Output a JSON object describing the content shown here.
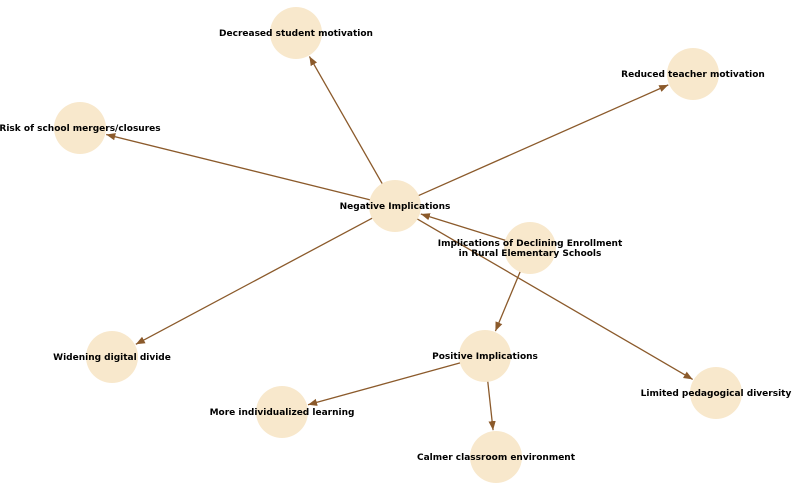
{
  "diagram": {
    "nodes": {
      "root": "Implications of Declining Enrollment\nin Rural Elementary Schools",
      "negative": "Negative Implications",
      "positive": "Positive Implications",
      "decreased_motivation": "Decreased student motivation",
      "reduced_teacher": "Reduced teacher motivation",
      "risk_mergers": "Risk of school mergers/closures",
      "digital_divide": "Widening digital divide",
      "pedagogical": "Limited pedagogical diversity",
      "individualized": "More individualized learning",
      "calmer": "Calmer classroom environment"
    },
    "edges": [
      [
        "root",
        "negative"
      ],
      [
        "root",
        "positive"
      ],
      [
        "negative",
        "decreased_motivation"
      ],
      [
        "negative",
        "reduced_teacher"
      ],
      [
        "negative",
        "risk_mergers"
      ],
      [
        "negative",
        "digital_divide"
      ],
      [
        "negative",
        "pedagogical"
      ],
      [
        "positive",
        "individualized"
      ],
      [
        "positive",
        "calmer"
      ]
    ],
    "colors": {
      "node_fill": "#f8e8cc",
      "edge": "#8b5a2b",
      "text": "#000000"
    }
  }
}
